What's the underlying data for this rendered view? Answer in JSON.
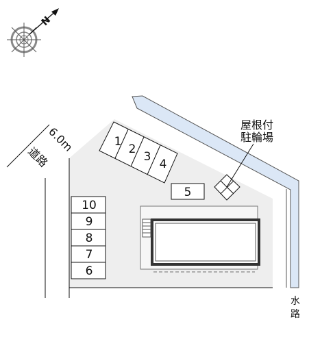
{
  "compass": {
    "icon": "compass-rose-icon",
    "north_label": "N"
  },
  "road": {
    "width_label": "6.0m",
    "name_label": "道路"
  },
  "waterway": {
    "label": "水路",
    "color": "#dbe7f6"
  },
  "covered_parking": {
    "label": "屋根付駐輪場"
  },
  "parking_slots_diagonal": [
    "1",
    "2",
    "3",
    "4"
  ],
  "parking_slot_single": "5",
  "parking_slots_column": [
    "10",
    "9",
    "8",
    "7",
    "6"
  ],
  "colors": {
    "lot": "#eeeeee",
    "line": "#111111",
    "building_border": "#333333"
  }
}
